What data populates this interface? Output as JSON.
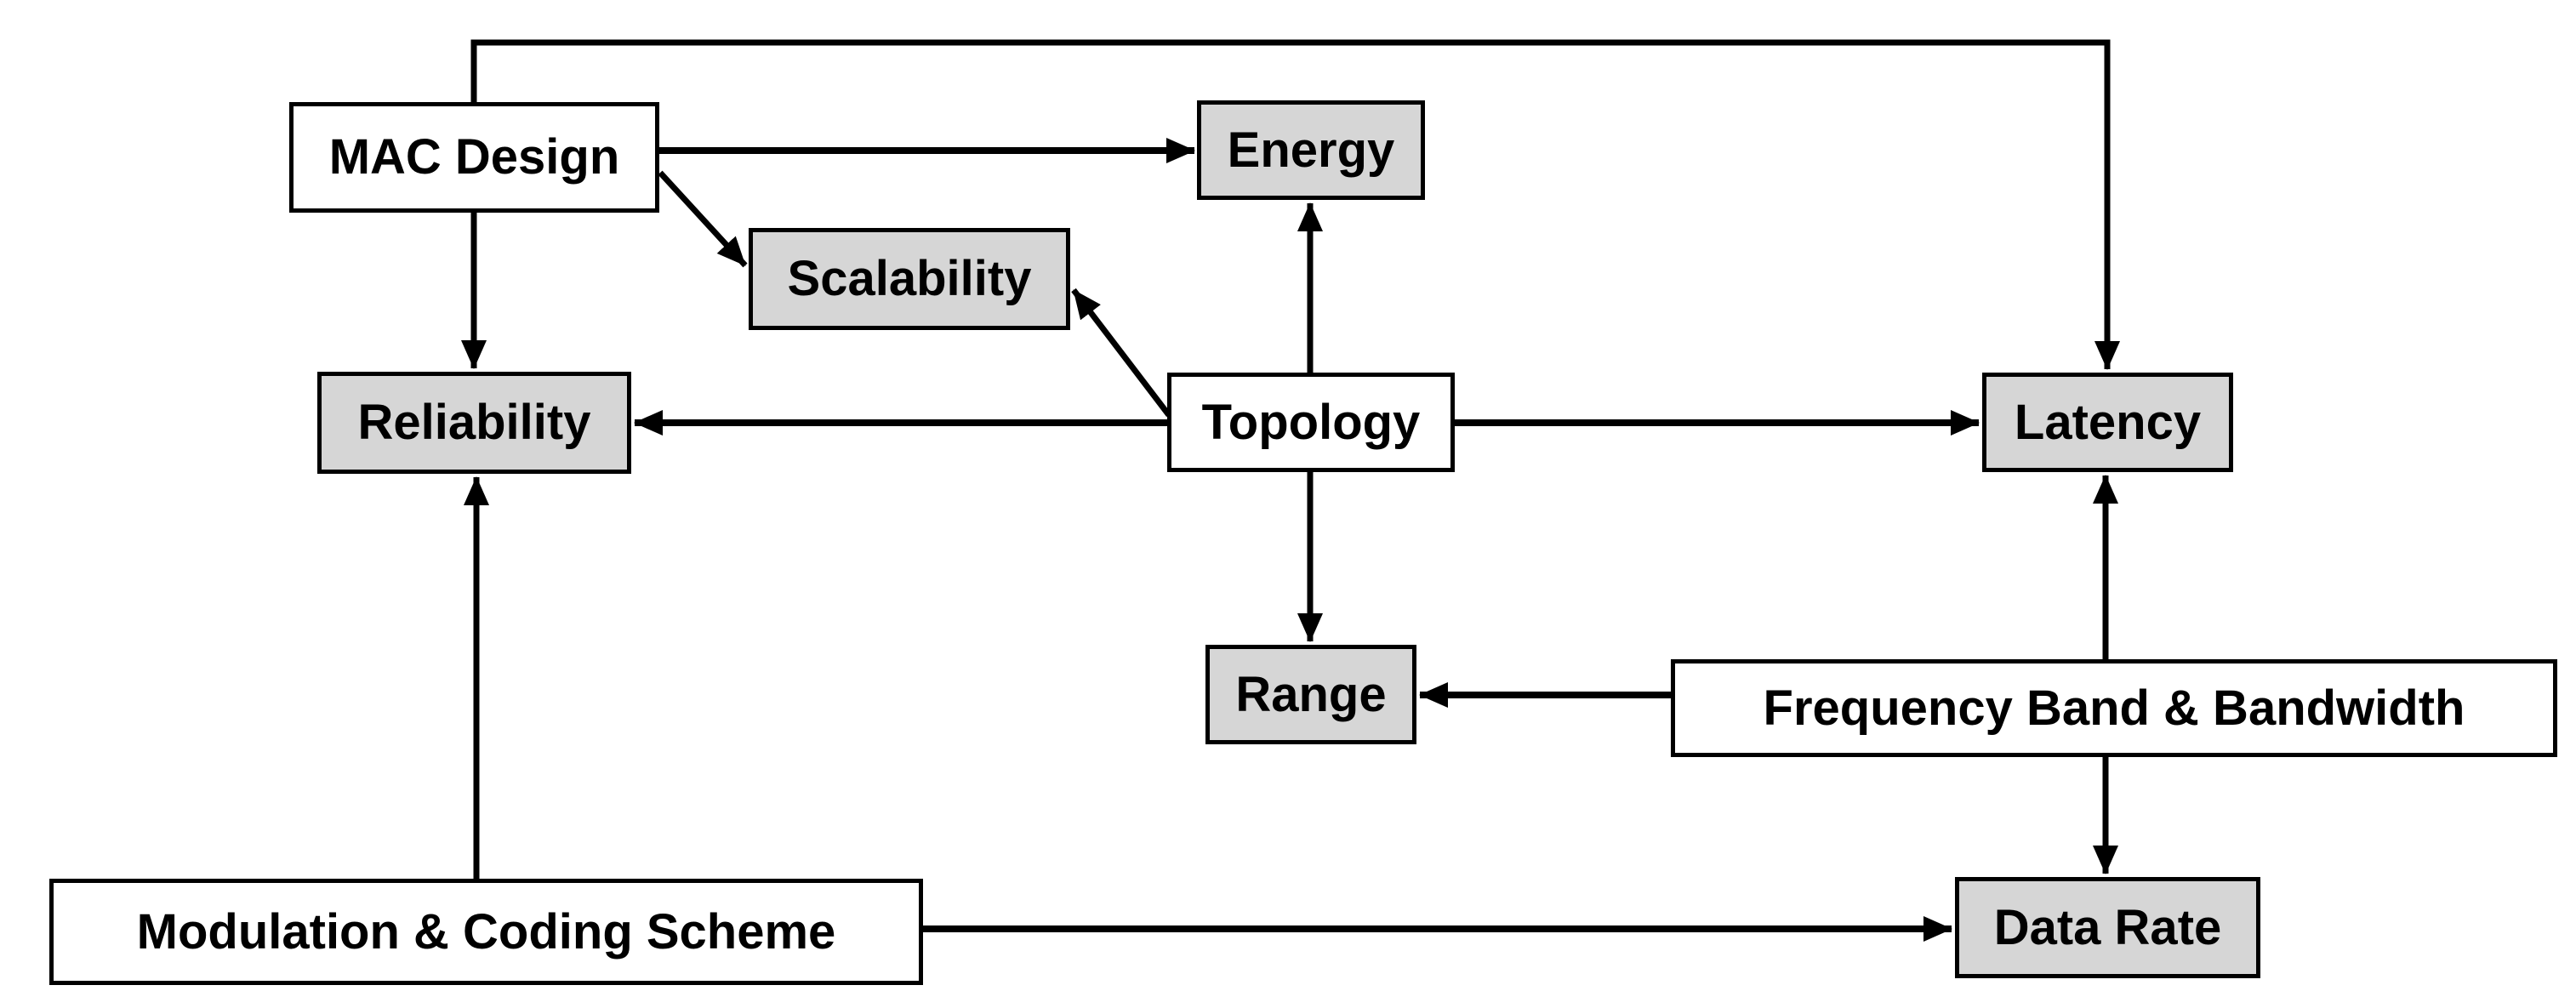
{
  "diagram": {
    "title": "Wireless network design factors and performance metrics dependency diagram",
    "colors": {
      "background": "#ffffff",
      "node_border": "#000000",
      "node_fill_white": "#ffffff",
      "node_fill_gray": "#d6d6d6",
      "edge": "#000000",
      "text": "#000000"
    },
    "nodes": [
      {
        "id": "mac",
        "label": "MAC Design",
        "fill": "white"
      },
      {
        "id": "energy",
        "label": "Energy",
        "fill": "gray"
      },
      {
        "id": "scalability",
        "label": "Scalability",
        "fill": "gray"
      },
      {
        "id": "reliability",
        "label": "Reliability",
        "fill": "gray"
      },
      {
        "id": "topology",
        "label": "Topology",
        "fill": "white"
      },
      {
        "id": "latency",
        "label": "Latency",
        "fill": "gray"
      },
      {
        "id": "range",
        "label": "Range",
        "fill": "gray"
      },
      {
        "id": "fbb",
        "label": "Frequency Band & Bandwidth",
        "fill": "white"
      },
      {
        "id": "mcs",
        "label": "Modulation & Coding Scheme",
        "fill": "white"
      },
      {
        "id": "datarate",
        "label": "Data Rate",
        "fill": "gray"
      }
    ],
    "edges": [
      {
        "from": "MAC Design",
        "to": "Latency"
      },
      {
        "from": "MAC Design",
        "to": "Energy"
      },
      {
        "from": "MAC Design",
        "to": "Scalability"
      },
      {
        "from": "MAC Design",
        "to": "Reliability"
      },
      {
        "from": "Topology",
        "to": "Energy"
      },
      {
        "from": "Topology",
        "to": "Scalability"
      },
      {
        "from": "Topology",
        "to": "Reliability"
      },
      {
        "from": "Topology",
        "to": "Latency"
      },
      {
        "from": "Topology",
        "to": "Range"
      },
      {
        "from": "Frequency Band & Bandwidth",
        "to": "Range"
      },
      {
        "from": "Frequency Band & Bandwidth",
        "to": "Latency"
      },
      {
        "from": "Frequency Band & Bandwidth",
        "to": "Data Rate"
      },
      {
        "from": "Modulation & Coding Scheme",
        "to": "Reliability"
      },
      {
        "from": "Modulation & Coding Scheme",
        "to": "Data Rate"
      }
    ]
  }
}
